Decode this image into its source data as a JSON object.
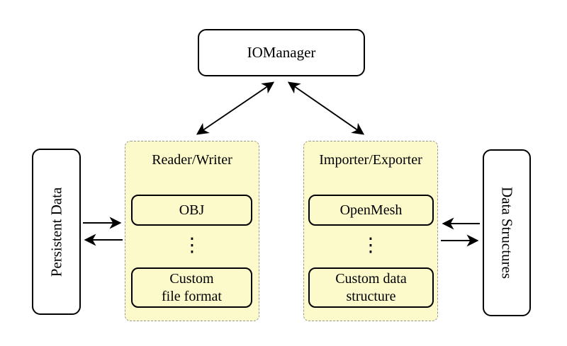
{
  "colors": {
    "background": "#FFFFFF",
    "group_fill": "#FCF9CA",
    "group_border": "#989898",
    "node_border": "#000000",
    "node_fill": "#FFFFFF",
    "arrow": "#000000"
  },
  "nodes": {
    "io_manager": {
      "label": "IOManager"
    },
    "persistent_data": {
      "label": "Persistent Data"
    },
    "data_structures": {
      "label": "Data Structures"
    }
  },
  "groups": {
    "reader_writer": {
      "title": "Reader/Writer",
      "items": [
        {
          "label": "OBJ"
        },
        {
          "label": "Custom\nfile format"
        }
      ],
      "ellipsis": "⋮"
    },
    "importer_exporter": {
      "title": "Importer/Exporter",
      "items": [
        {
          "label": "OpenMesh"
        },
        {
          "label": "Custom data\nstructure"
        }
      ],
      "ellipsis": "⋮"
    }
  },
  "connections": [
    {
      "from": "IOManager",
      "to": "Reader/Writer",
      "direction": "bidirectional"
    },
    {
      "from": "IOManager",
      "to": "Importer/Exporter",
      "direction": "bidirectional"
    },
    {
      "from": "Persistent Data",
      "to": "Reader/Writer",
      "direction": "one-way"
    },
    {
      "from": "Reader/Writer",
      "to": "Persistent Data",
      "direction": "one-way"
    },
    {
      "from": "Data Structures",
      "to": "Importer/Exporter",
      "direction": "one-way"
    },
    {
      "from": "Importer/Exporter",
      "to": "Data Structures",
      "direction": "one-way"
    }
  ]
}
